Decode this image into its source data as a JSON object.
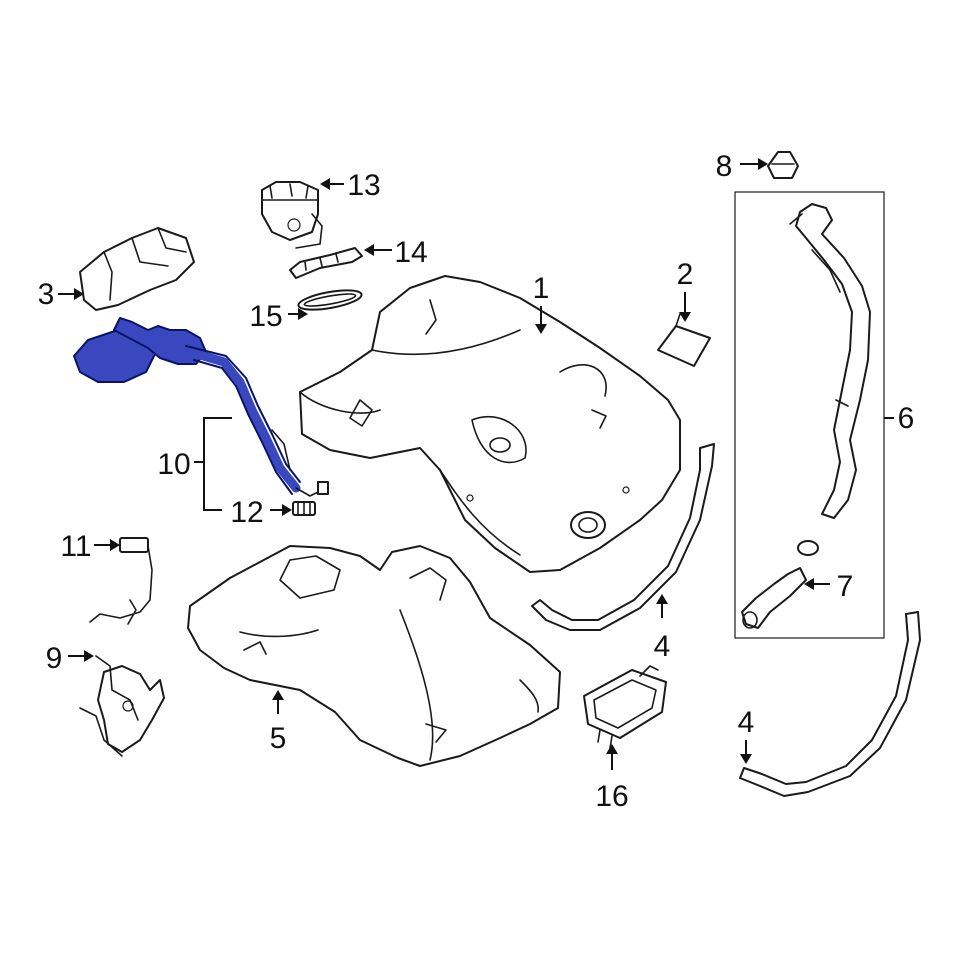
{
  "colors": {
    "highlight_fill": "#3a48c0",
    "highlight_stroke": "#0a1466",
    "line": "#1a1a1a",
    "background": "#ffffff"
  },
  "callouts": {
    "c1": "1",
    "c2": "2",
    "c3": "3",
    "c4a": "4",
    "c4b": "4",
    "c5": "5",
    "c6": "6",
    "c7": "7",
    "c8": "8",
    "c9": "9",
    "c10": "10",
    "c11": "11",
    "c12": "12",
    "c13": "13",
    "c14": "14",
    "c15": "15",
    "c16": "16"
  }
}
